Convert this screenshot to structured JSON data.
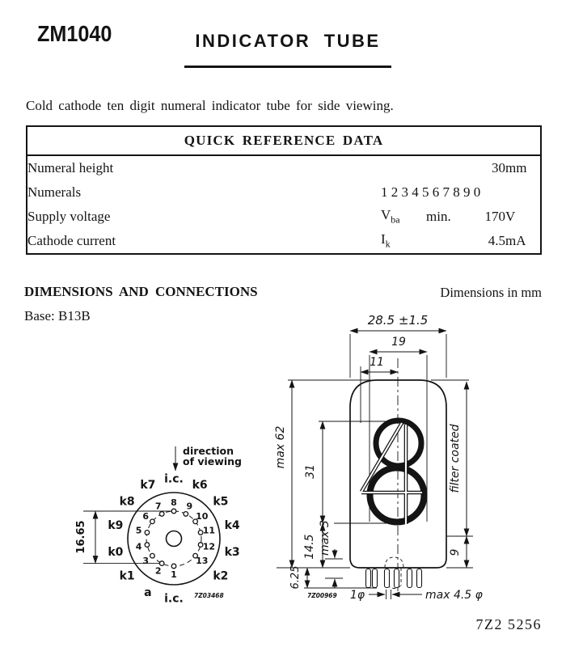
{
  "page": {
    "model": "ZM1040",
    "title": "INDICATOR TUBE",
    "intro": "Cold cathode ten digit numeral indicator tube for side viewing.",
    "page_code": "7Z2 5256"
  },
  "quick_reference": {
    "title": "QUICK REFERENCE DATA",
    "rows": [
      {
        "label": "Numeral height",
        "symbol": "",
        "symbol_sub": "",
        "qualifier": "",
        "value": "30",
        "unit": "mm"
      },
      {
        "label": "Numerals",
        "symbol": "1 2 3 4 5 6 7 8 9 0",
        "symbol_sub": "",
        "qualifier": "",
        "value": "",
        "unit": ""
      },
      {
        "label": "Supply voltage",
        "symbol": "V",
        "symbol_sub": "ba",
        "qualifier": "min.",
        "value": "170",
        "unit": "V"
      },
      {
        "label": "Cathode current",
        "symbol": "I",
        "symbol_sub": "k",
        "qualifier": "",
        "value": "4.5",
        "unit": "mA"
      }
    ]
  },
  "dimensions_section": {
    "heading": "DIMENSIONS AND CONNECTIONS",
    "units_note": "Dimensions in mm",
    "base_note": "Base: B13B"
  },
  "pin_diagram": {
    "direction_line1": "direction",
    "direction_line2": "of viewing",
    "pin_circle_dim": "16.65",
    "drawing_code": "7Z03468",
    "pins": [
      {
        "number": "1",
        "label": "i.c."
      },
      {
        "number": "2",
        "label": "a"
      },
      {
        "number": "3",
        "label": "k1"
      },
      {
        "number": "4",
        "label": "k0"
      },
      {
        "number": "5",
        "label": "k9"
      },
      {
        "number": "6",
        "label": "k8"
      },
      {
        "number": "7",
        "label": "k7"
      },
      {
        "number": "8",
        "label": "i.c."
      },
      {
        "number": "9",
        "label": "k6"
      },
      {
        "number": "10",
        "label": "k5"
      },
      {
        "number": "11",
        "label": "k4"
      },
      {
        "number": "12",
        "label": "k3"
      },
      {
        "number": "13",
        "label": "k2"
      }
    ]
  },
  "outline_drawing": {
    "drawing_code": "7Z00969",
    "dims": {
      "overall_width": "28.5 ±1.5",
      "window_width": "19",
      "digit_offset": "11",
      "overall_height": "max 62",
      "digit_height": "31",
      "base_section": "14.5",
      "seal_height": "max 3",
      "pin_length": "6.25",
      "filter_note": "filter coated",
      "filter_margin": "9",
      "pin_diameter": "1φ",
      "tip_diameter": "max 4.5 φ"
    }
  }
}
